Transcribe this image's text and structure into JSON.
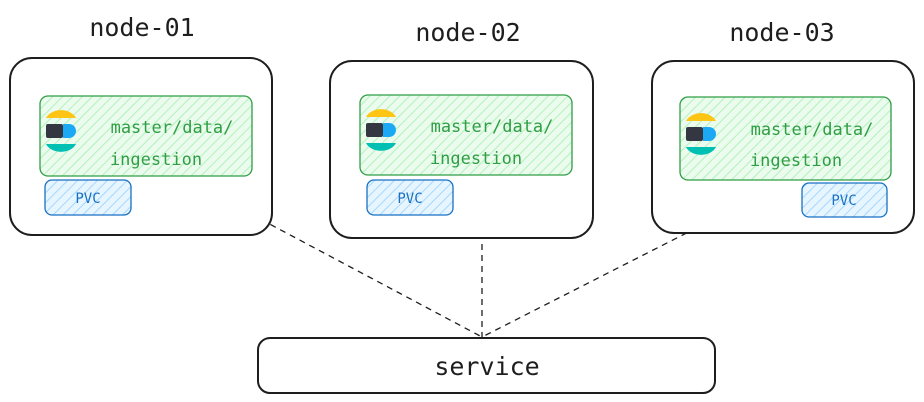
{
  "diagram": {
    "nodes": [
      {
        "title": "node-01",
        "pod_line1": "master/data/",
        "pod_line2": "ingestion",
        "pvc": "PVC"
      },
      {
        "title": "node-02",
        "pod_line1": "master/data/",
        "pod_line2": "ingestion",
        "pvc": "PVC"
      },
      {
        "title": "node-03",
        "pod_line1": "master/data/",
        "pod_line2": "ingestion",
        "pvc": "PVC"
      }
    ],
    "service": {
      "label": "service"
    },
    "colors": {
      "stroke": "#1e1e1e",
      "pod_stroke": "#2f9e44",
      "pod_fill": "#ebfbee",
      "pvc_stroke": "#1971c2",
      "pvc_fill": "#e7f5ff",
      "logo_yellow": "#fec514",
      "logo_teal": "#00bfb3",
      "logo_blue": "#1ba9f5",
      "logo_dark": "#343741"
    },
    "icons": {
      "pod_icon": "elastic-logo-icon"
    }
  }
}
